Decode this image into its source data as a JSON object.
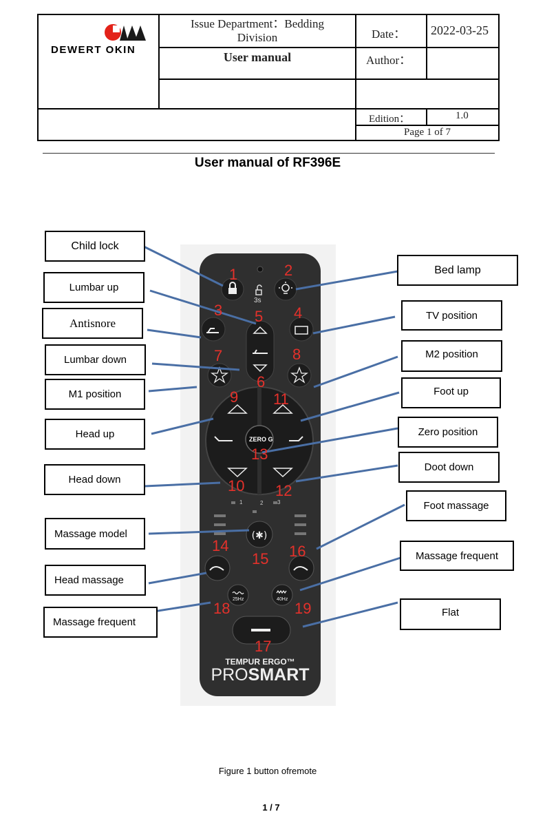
{
  "header": {
    "company": "DEWERT OKIN",
    "issue_department": "Issue Department：Bedding Division",
    "issue_line1": "Issue Department：Bedding",
    "issue_line2": "Division",
    "date_label": "Date：",
    "date_value": "2022-03-25",
    "manual_label": "User manual",
    "author_label": "Author：",
    "edition_label": "Edition：",
    "edition_value": "1.0",
    "page_info": "Page 1 of 7"
  },
  "title": "User manual of RF396E",
  "callouts": {
    "child_lock": "Child lock",
    "lumbar_up": "Lumbar up",
    "antisnore": "Antisnore",
    "lumbar_down": "Lumbar down",
    "m1_position": "M1 position",
    "head_up": "Head up",
    "head_down": "Head down",
    "massage_model": "Massage model",
    "head_massage": "Head massage",
    "massage_frequent_left": "Massage frequent",
    "bed_lamp": "Bed lamp",
    "tv_position": "TV position",
    "m2_position": "M2 position",
    "foot_up": "Foot up",
    "zero_position": "Zero position",
    "doot_down": "Doot down",
    "foot_massage": "Foot massage",
    "massage_frequent_right": "Massage frequent",
    "flat": "Flat"
  },
  "remote": {
    "lock_hint": "3s",
    "zero_g": "ZERO G",
    "freq_low": "25Hz",
    "freq_high": "40Hz",
    "level_1": "1",
    "level_2": "2",
    "level_3": "3",
    "brand_line": "TEMPUR ERGO™",
    "brand_pro": "PRO",
    "brand_smart": "SMART",
    "numbers": {
      "n1": "1",
      "n2": "2",
      "n3": "3",
      "n4": "4",
      "n5": "5",
      "n6": "6",
      "n7": "7",
      "n8": "8",
      "n9": "9",
      "n10": "10",
      "n11": "11",
      "n12": "12",
      "n13": "13",
      "n14": "14",
      "n15": "15",
      "n16": "16",
      "n17": "17",
      "n18": "18",
      "n19": "19"
    }
  },
  "colors": {
    "remote_body": "#2f2f2f",
    "button_bg": "#1c1c1c",
    "number_red": "#e4312b",
    "leader_line": "#4a6fa5"
  },
  "caption": "Figure 1 button ofremote",
  "page_number": "1 / 7"
}
